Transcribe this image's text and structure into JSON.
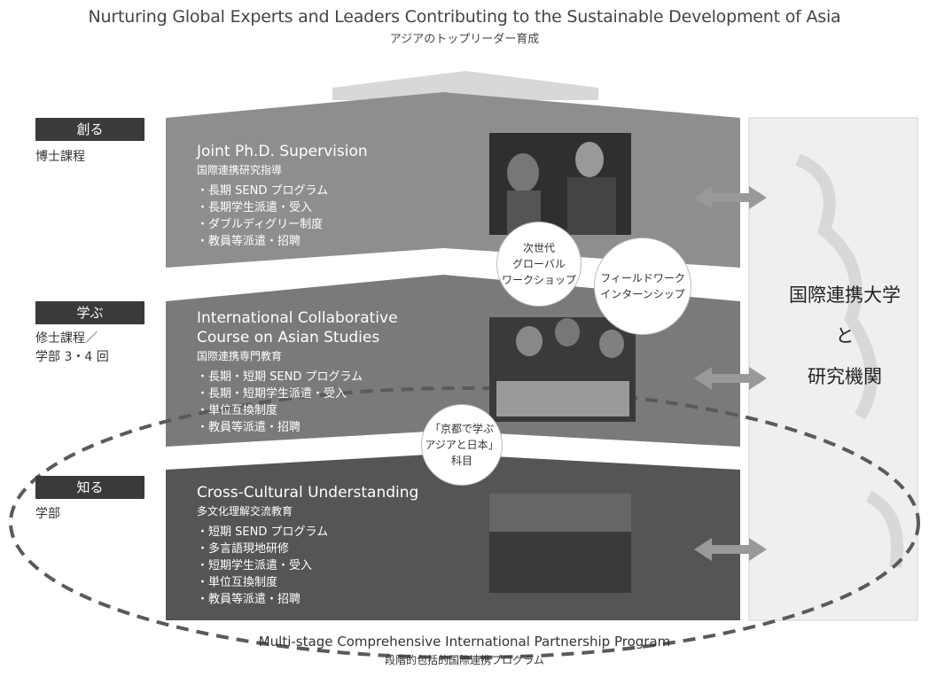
{
  "header": {
    "title": "Nurturing Global Experts and Leaders Contributing to the Sustainable Development of Asia",
    "subtitle": "アジアのトップリーダー育成"
  },
  "tiers": [
    {
      "tag": "創る",
      "level": [
        "博士課程"
      ],
      "title_lines": [
        "Joint Ph.D. Supervision"
      ],
      "subtitle": "国際連携研究指導",
      "items": [
        "・長期 SEND プログラム",
        "・長期学生派遣・受入",
        "・ダブルディグリー制度",
        "・教員等派遣・招聘"
      ]
    },
    {
      "tag": "学ぶ",
      "level": [
        "修士課程／",
        "学部 3・4 回"
      ],
      "title_lines": [
        "International Collaborative",
        "Course on Asian Studies"
      ],
      "subtitle": "国際連携専門教育",
      "items": [
        "・長期・短期 SEND プログラム",
        "・長期・短期学生派遣・受入",
        "・単位互換制度",
        "・教員等派遣・招聘"
      ]
    },
    {
      "tag": "知る",
      "level": [
        "学部"
      ],
      "title_lines": [
        "Cross-Cultural Understanding"
      ],
      "subtitle": "多文化理解交流教育",
      "items": [
        "・短期 SEND プログラム",
        "・多言語現地研修",
        "・短期学生派遣・受入",
        "・単位互換制度",
        "・教員等派遣・招聘"
      ]
    }
  ],
  "circles": [
    {
      "lines": [
        "次世代",
        "グローバル",
        "ワークショップ"
      ]
    },
    {
      "lines": [
        "フィールドワーク",
        "インターンシップ"
      ]
    },
    {
      "lines": [
        "「京都で学ぶ",
        "アジアと日本」",
        "科目"
      ]
    }
  ],
  "partner": {
    "lines": [
      "国際連携大学",
      "と",
      "研究機関"
    ]
  },
  "footer": {
    "title": "Multi-stage Comprehensive International Partnership Program",
    "subtitle": "段階的包括的国際連携プログラム"
  },
  "colors": {
    "tier1": "#8e8e8e",
    "tier2": "#7a7a7a",
    "tier3": "#555555",
    "tag": "#3a3a3a",
    "arrow": "#999999"
  }
}
